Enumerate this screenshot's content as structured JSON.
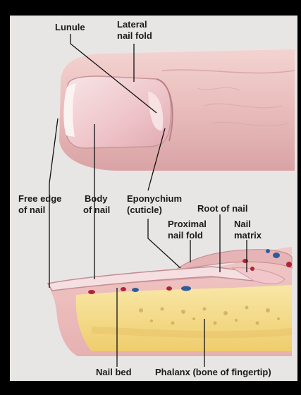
{
  "labels": {
    "lunule": "Lunule",
    "lateral_nail_fold_1": "Lateral",
    "lateral_nail_fold_2": "nail fold",
    "free_edge_1": "Free edge",
    "free_edge_2": "of nail",
    "body_1": "Body",
    "body_2": "of nail",
    "eponychium_1": "Eponychium",
    "eponychium_2": "(cuticle)",
    "root_of_nail": "Root of nail",
    "proximal_fold_1": "Proximal",
    "proximal_fold_2": "nail fold",
    "nail_matrix_1": "Nail",
    "nail_matrix_2": "matrix",
    "nail_bed": "Nail bed",
    "phalanx": "Phalanx (bone of fingertip)"
  },
  "colors": {
    "background": "#e9e7e5",
    "frame": "#000000",
    "skin": "#e9bfc0",
    "nail": "#f0d4d6",
    "bone": "#f4dc86",
    "leader": "#111111"
  }
}
